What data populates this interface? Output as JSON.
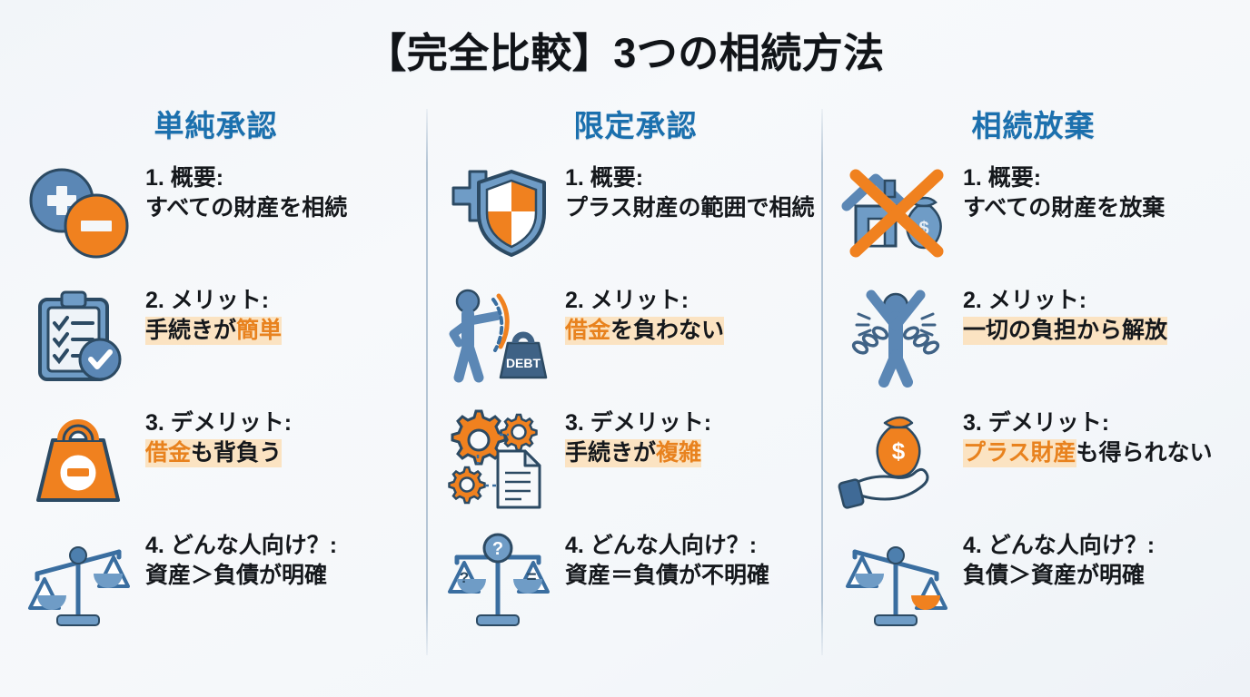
{
  "title": "【完全比較】3つの相続方法",
  "colors": {
    "accent_blue": "#1b70ae",
    "icon_blue": "#5b87b5",
    "icon_outline": "#2c4a63",
    "orange": "#e8821e",
    "icon_orange": "#f0811f",
    "highlight": "#fbe3c2",
    "text": "#15181c",
    "divider": "#b5c6d6",
    "background": "#f2f5f9"
  },
  "columns": [
    {
      "header": "単純承認",
      "rows": [
        {
          "icon": "plus-minus-circles-icon",
          "label": "1. 概要:",
          "body_prefix": "すべての財産を相続",
          "body_highlight": "",
          "body_suffix": "",
          "highlighted": false
        },
        {
          "icon": "clipboard-check-icon",
          "label": "2. メリット:",
          "body_prefix": "手続きが",
          "body_highlight": "簡単",
          "body_suffix": "",
          "highlighted": true
        },
        {
          "icon": "weight-minus-icon",
          "label": "3. デメリット:",
          "body_prefix": "",
          "body_highlight": "借金",
          "body_suffix": "も背負う",
          "highlighted": true
        },
        {
          "icon": "scale-tilted-left-icon",
          "label": "4. どんな人向け？:",
          "body_prefix": "資産＞負債が明確",
          "body_highlight": "",
          "body_suffix": "",
          "highlighted": false
        }
      ]
    },
    {
      "header": "限定承認",
      "rows": [
        {
          "icon": "plus-shield-icon",
          "label": "1. 概要:",
          "body_prefix": "プラス財産の範囲で相続",
          "body_highlight": "",
          "body_suffix": "",
          "highlighted": false
        },
        {
          "icon": "person-pushing-debt-icon",
          "label": "2. メリット:",
          "body_prefix": "",
          "body_highlight": "借金",
          "body_suffix": "を負わない",
          "highlighted": true
        },
        {
          "icon": "gears-document-icon",
          "label": "3. デメリット:",
          "body_prefix": "手続きが",
          "body_highlight": "複雑",
          "body_suffix": "",
          "highlighted": true
        },
        {
          "icon": "scale-balanced-question-icon",
          "label": "4. どんな人向け？:",
          "body_prefix": "資産＝負債が不明確",
          "body_highlight": "",
          "body_suffix": "",
          "highlighted": false
        }
      ]
    },
    {
      "header": "相続放棄",
      "rows": [
        {
          "icon": "house-moneybag-crossed-icon",
          "label": "1. 概要:",
          "body_prefix": "すべての財産を放棄",
          "body_highlight": "",
          "body_suffix": "",
          "highlighted": false
        },
        {
          "icon": "person-breaking-chains-icon",
          "label": "2. メリット:",
          "body_prefix": "",
          "body_highlight": "一切の負担から解放",
          "body_suffix": "",
          "highlighted": true,
          "highlight_black": true
        },
        {
          "icon": "hand-moneybag-icon",
          "label": "3. デメリット:",
          "body_prefix": "",
          "body_highlight": "プラス財産",
          "body_suffix": "も得られない",
          "highlighted": true
        },
        {
          "icon": "scale-tilted-right-icon",
          "label": "4. どんな人向け？:",
          "body_prefix": "負債＞資産が明確",
          "body_highlight": "",
          "body_suffix": "",
          "highlighted": false
        }
      ]
    }
  ],
  "icon_text": {
    "debt_label": "DEBT",
    "question_mark": "?",
    "equals_sign": "=",
    "dollar_sign": "$"
  }
}
